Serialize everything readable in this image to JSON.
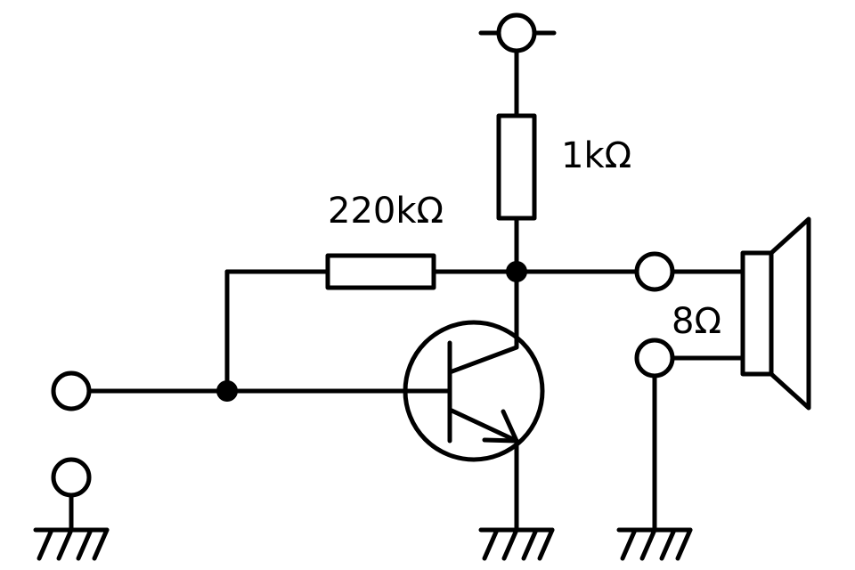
{
  "labels": {
    "collector_resistor": "1kΩ",
    "bias_resistor": "220kΩ",
    "speaker_impedance": "8Ω"
  },
  "colors": {
    "ink": "#000000",
    "background": "#ffffff"
  }
}
